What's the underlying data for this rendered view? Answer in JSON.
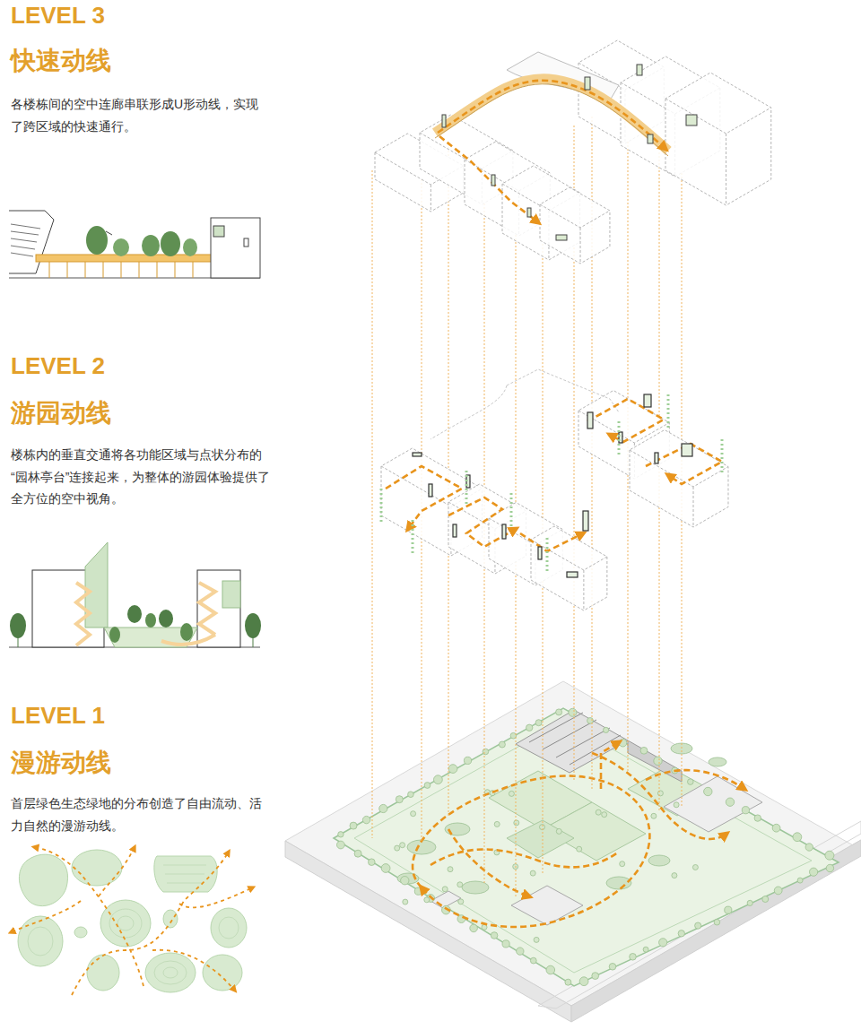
{
  "diagram": {
    "labels": [
      "LEVEL 3",
      "快速动线",
      "各楼栋间的空中连廊串联形成U形动线，实现了跨区域的快速通行。",
      "LEVEL 2",
      "游园动线",
      "楼栋内的垂直交通将各功能区域与点状分布的“园林亭台”连接起来，为整体的游园体验提供了全方位的空中视角。",
      "LEVEL 1",
      "漫游动线",
      "首层绿色生态绿地的分布创造了自由流动、活力自然的漫游动线。"
    ]
  }
}
